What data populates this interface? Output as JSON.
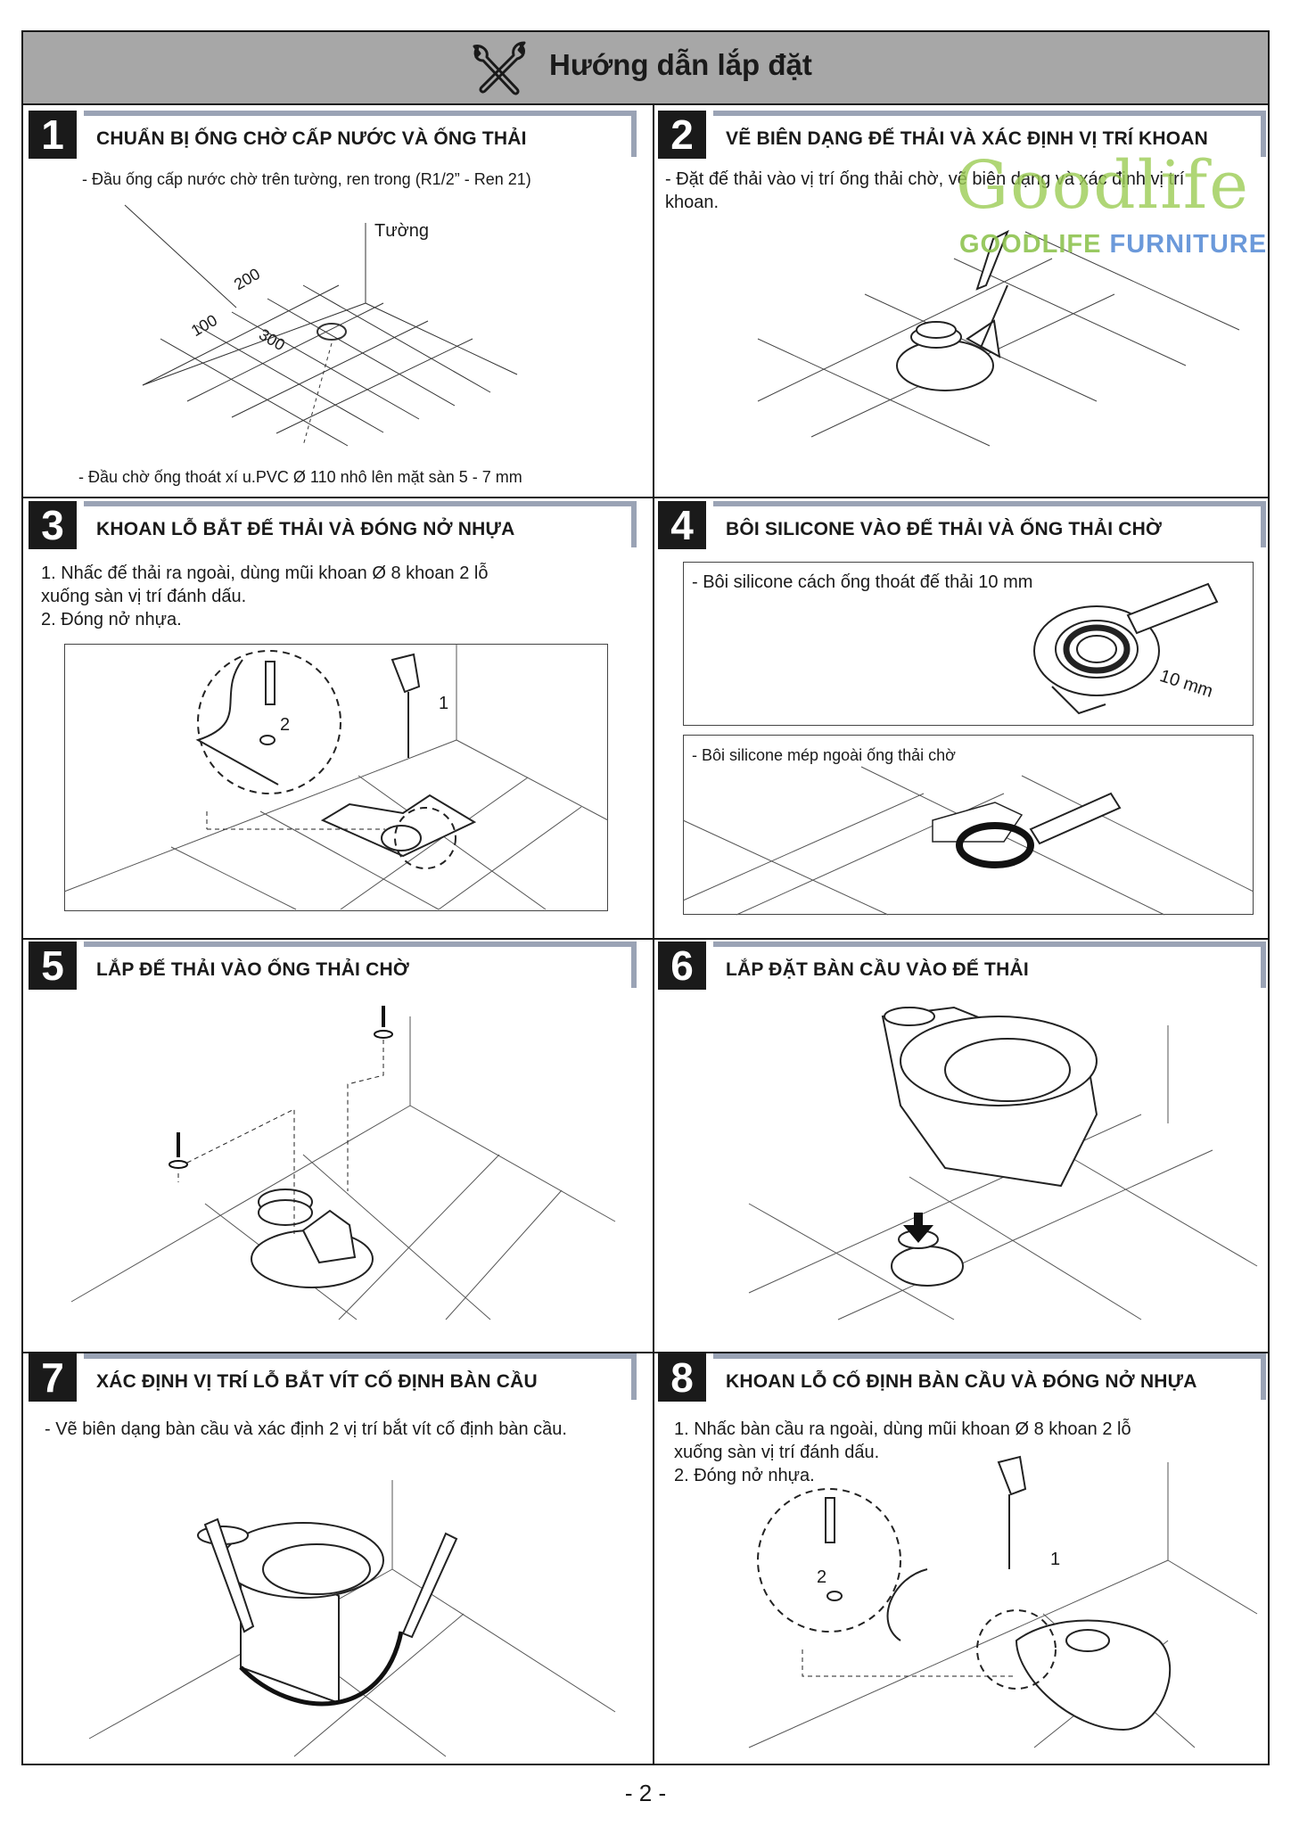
{
  "header": {
    "title": "Hướng dẫn lắp đặt",
    "icon": "tools-icon"
  },
  "steps": [
    {
      "num": "1",
      "title": "CHUẨN BỊ ỐNG CHỜ CẤP NƯỚC VÀ ỐNG THẢI",
      "lines": [
        "- Đầu ống cấp nước chờ trên tường, ren trong (R1/2” - Ren 21)",
        "- Đầu chờ ống thoát xí u.PVC Ø  110 nhô lên mặt sàn 5 - 7 mm"
      ],
      "labels": {
        "wall": "Tường",
        "d200": "200",
        "d100": "100",
        "d300": "300"
      }
    },
    {
      "num": "2",
      "title": "VẼ BIÊN DẠNG ĐẾ THẢI VÀ XÁC ĐỊNH VỊ TRÍ KHOAN",
      "lines": [
        "- Đặt đế thải vào vị trí ống thải chờ, vẽ biên dạng và xác định vị trí",
        "khoan."
      ]
    },
    {
      "num": "3",
      "title": "KHOAN LỖ BẮT ĐẾ THẢI VÀ ĐÓNG NỞ NHỰA",
      "lines": [
        "1. Nhấc đế thải ra ngoài, dùng mũi khoan Ø  8 khoan 2 lỗ",
        "xuống sàn vị trí đánh dấu.",
        "2. Đóng nở nhựa."
      ],
      "labels": {
        "n1": "1",
        "n2": "2"
      }
    },
    {
      "num": "4",
      "title": "BÔI SILICONE VÀO ĐẾ THẢI VÀ ỐNG THẢI CHỜ",
      "lines": [
        "- Bôi silicone cách ống thoát đế thải 10 mm",
        "- Bôi silicone mép ngoài ống thải chờ"
      ],
      "labels": {
        "mm": "10 mm"
      }
    },
    {
      "num": "5",
      "title": "LẮP ĐẾ THẢI VÀO ỐNG THẢI CHỜ"
    },
    {
      "num": "6",
      "title": "LẮP ĐẶT BÀN CẦU VÀO ĐẾ THẢI"
    },
    {
      "num": "7",
      "title": "XÁC ĐỊNH VỊ TRÍ LỖ BẮT VÍT CỐ ĐỊNH BÀN CẦU",
      "lines": [
        "- Vẽ biên dạng bàn cầu và xác định 2 vị trí bắt vít cố định bàn cầu."
      ]
    },
    {
      "num": "8",
      "title": "KHOAN LỖ CỐ ĐỊNH BÀN CẦU VÀ ĐÓNG NỞ NHỰA",
      "lines": [
        "1. Nhấc bàn cầu ra ngoài, dùng mũi khoan Ø  8 khoan 2 lỗ",
        "xuống sàn vị trí đánh dấu.",
        "2. Đóng nở nhựa."
      ],
      "labels": {
        "n1": "1",
        "n2": "2"
      }
    }
  ],
  "watermark": {
    "logo": "Goodlife",
    "brand_a": "GOODLIFE",
    "brand_b": "FURNITURE"
  },
  "footer": {
    "page": "- 2 -"
  }
}
